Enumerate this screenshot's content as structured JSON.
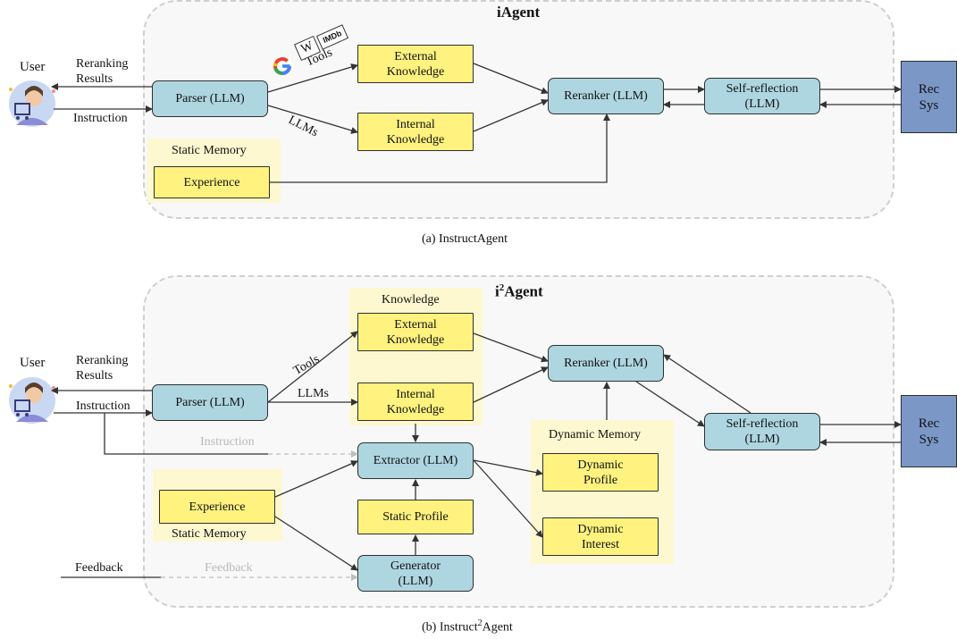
{
  "panel_a": {
    "title": "iAgent",
    "caption": "(a)  InstructAgent",
    "user": "User",
    "reranking_results": "Reranking\nResults",
    "instruction": "Instruction",
    "tools": "Tools",
    "llms": "LLMs",
    "parser": "Parser (LLM)",
    "external_knowledge": "External\nKnowledge",
    "internal_knowledge": "Internal\nKnowledge",
    "reranker": "Reranker (LLM)",
    "self_reflection": "Self-reflection\n(LLM)",
    "rec_sys": "Rec\nSys",
    "static_memory": "Static Memory",
    "experience": "Experience",
    "logo_letters": {
      "google": "G",
      "wiki": "W",
      "imdb": "IMDb"
    }
  },
  "panel_b": {
    "title_main": "i",
    "title_sup": "2",
    "title_rest": "Agent",
    "caption_prefix": "(b)  Instruct",
    "caption_sup": "2",
    "caption_suffix": "Agent",
    "user": "User",
    "reranking_results": "Reranking\nResults",
    "instruction": "Instruction",
    "instruction_faded": "Instruction",
    "feedback": "Feedback",
    "feedback_faded": "Feedback",
    "tools": "Tools",
    "llms": "LLMs",
    "knowledge": "Knowledge",
    "parser": "Parser (LLM)",
    "external_knowledge": "External\nKnowledge",
    "internal_knowledge": "Internal\nKnowledge",
    "reranker": "Reranker (LLM)",
    "self_reflection": "Self-reflection\n(LLM)",
    "rec_sys": "Rec\nSys",
    "extractor": "Extractor (LLM)",
    "static_profile": "Static Profile",
    "generator": "Generator\n(LLM)",
    "experience": "Experience",
    "static_memory": "Static Memory",
    "dynamic_memory": "Dynamic Memory",
    "dynamic_profile": "Dynamic\nProfile",
    "dynamic_interest": "Dynamic\nInterest"
  },
  "colors": {
    "llm_box": "#aed6e1",
    "knowledge_box": "#fff27f",
    "memory_area": "#fdf8cf",
    "rec_sys": "#7a97c6",
    "frame_border": "#cfcfcf",
    "faded_arrow": "#bdbdbd"
  },
  "icons": [
    "user-avatar-icon",
    "google-logo-icon",
    "wikipedia-logo-icon",
    "imdb-logo-icon"
  ]
}
